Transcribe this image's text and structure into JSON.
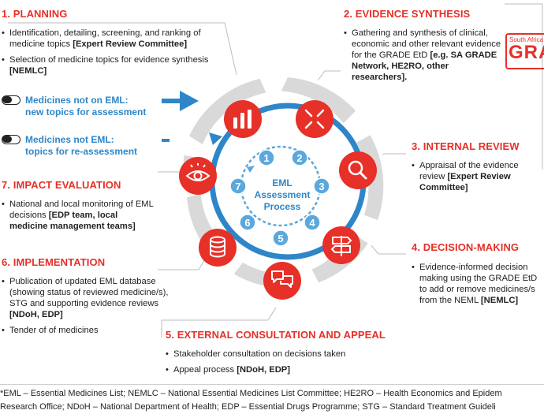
{
  "sections": {
    "planning": {
      "title": "1. PLANNING",
      "b1_text": "Identification, detailing, screening, and ranking of medicine topics ",
      "b1_bold": "[Expert Review Committee]",
      "b2_text": "Selection of medicine topics for evidence synthesis ",
      "b2_bold": "[NEMLC]"
    },
    "evidence": {
      "title": "2. EVIDENCE SYNTHESIS",
      "b1_text": "Gathering and synthesis of clinical, economic and other relevant evidence for the GRADE EtD ",
      "b1_bold": "[e.g. SA GRADE Network, HE2RO, other researchers]."
    },
    "review": {
      "title": "3. INTERNAL REVIEW",
      "b1_text": "Appraisal of the evidence review ",
      "b1_bold": "[Expert Review Committee]"
    },
    "decision": {
      "title": "4. DECISION-MAKING",
      "b1_text": "Evidence-informed decision making using the GRADE EtD to add or remove medicines/s from the NEML ",
      "b1_bold": "[NEMLC]"
    },
    "consultation": {
      "title": "5. EXTERNAL CONSULTATION AND APPEAL",
      "b1_text": "Stakeholder consultation on decisions taken",
      "b2_text": "Appeal process ",
      "b2_bold": "[NDoH, EDP]"
    },
    "implementation": {
      "title": "6. IMPLEMENTATION",
      "b1_text": "Publication of updated EML database (showing status of reviewed medicine/s), STG and supporting evidence reviews ",
      "b1_bold": "[NDoH, EDP]",
      "b2_text": "Tender of of medicines"
    },
    "impact": {
      "title": "7. IMPACT EVALUATION",
      "b1_text": "National and local monitoring of EML decisions ",
      "b1_bold": "[EDP team, local medicine management teams]"
    }
  },
  "inputs": {
    "a_line1": "Medicines not on EML:",
    "a_line2": "new topics for assessment",
    "b_line1": "Medicines not EML:",
    "b_line2": "topics for re-assessment"
  },
  "center": {
    "line1": "EML",
    "line2": "Assessment",
    "line3": "Process",
    "steps": [
      "1",
      "2",
      "3",
      "4",
      "5",
      "6",
      "7"
    ]
  },
  "logo": {
    "small": "South Africa",
    "big": "GRA"
  },
  "footnote": {
    "line1": "*EML – Essential Medicines List; NEMLC – National Essential Medicines List Committee; HE2RO – Health Economics and Epidem",
    "line2": "Research Office; NDoH – National Department of Health; EDP – Essential Drugs Programme; STG – Standard Treatment Guideli"
  },
  "colors": {
    "accent_red": "#e63028",
    "accent_blue": "#2e86c8",
    "light_blue": "#5aa8dc",
    "petal_grey": "#d9d9d9"
  },
  "icons": [
    "bar-chart-icon",
    "arrows-inward-icon",
    "magnifier-icon",
    "signpost-icon",
    "chat-bubbles-icon",
    "database-icon",
    "eye-icon"
  ]
}
